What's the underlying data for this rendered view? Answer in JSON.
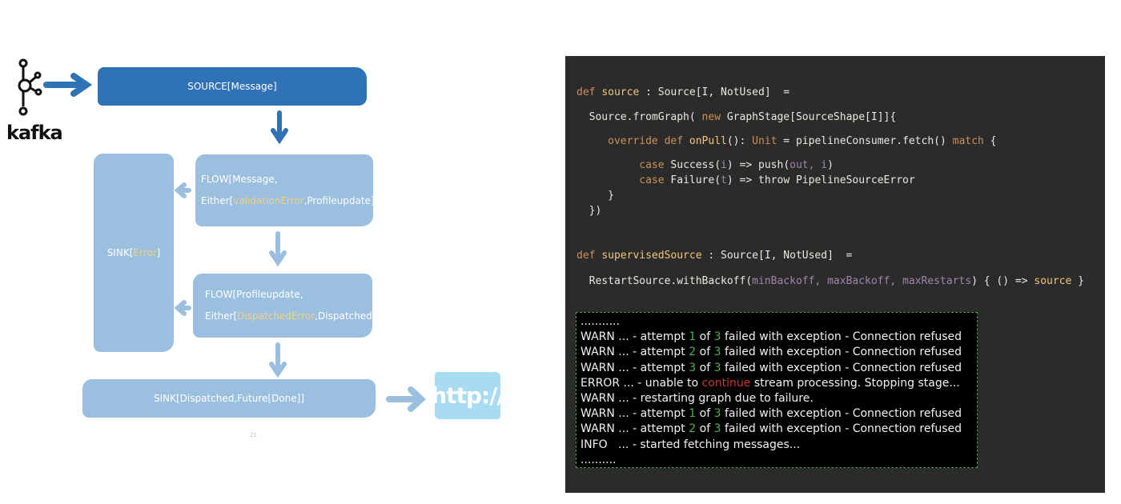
{
  "diagram": {
    "kafka_label": "kafka",
    "source": "SOURCE[Message]",
    "flow1": {
      "line1": "FLOW[Message,",
      "pre": "Either[",
      "hl": "validationError",
      "post": ",Profileupdate]]"
    },
    "flow2": {
      "line1": "FLOW[Profileupdate,",
      "pre": "Either[",
      "hl": "DispatchedError",
      "post": ",Dispatched]]"
    },
    "sink_error": {
      "pre": "SINK[",
      "hl": "Error",
      "post": "]"
    },
    "sink_dispatched": "SINK[Dispatched,Future[Done]]",
    "http_label": "http://",
    "page_number": "21",
    "colors": {
      "dark_blue": "#2f72b6",
      "light_blue": "#9bbfde",
      "sky_blue": "#a8dcf3",
      "highlight": "#f3d08a"
    }
  },
  "code": {
    "lines": [
      [
        {
          "t": "def ",
          "c": "kw"
        },
        {
          "t": "source",
          "c": "fn"
        },
        {
          "t": " : Source[I, NotUsed]  ="
        }
      ],
      [
        {
          "t": "  Source.fromGraph( "
        },
        {
          "t": "new",
          "c": "kw"
        },
        {
          "t": " GraphStage[SourceShape[I]]{"
        }
      ],
      [
        {
          "t": "     "
        },
        {
          "t": "override def ",
          "c": "kw"
        },
        {
          "t": "onPull",
          "c": "fn"
        },
        {
          "t": "(): "
        },
        {
          "t": "Unit",
          "c": "kw"
        },
        {
          "t": " = pipelineConsumer.fetch() "
        },
        {
          "t": "match",
          "c": "kw"
        },
        {
          "t": " {"
        }
      ],
      [
        {
          "t": "          "
        },
        {
          "t": "case",
          "c": "kw"
        },
        {
          "t": " Success("
        },
        {
          "t": "i",
          "c": "pm"
        },
        {
          "t": ") => push("
        },
        {
          "t": "out, i",
          "c": "pm"
        },
        {
          "t": ")"
        }
      ],
      [
        {
          "t": "          "
        },
        {
          "t": "case",
          "c": "kw"
        },
        {
          "t": " Failure("
        },
        {
          "t": "t",
          "c": "pm"
        },
        {
          "t": ") => throw PipelineSourceError"
        }
      ],
      [
        {
          "t": "     }"
        }
      ],
      [
        {
          "t": "  })"
        }
      ],
      [
        {
          "t": "def ",
          "c": "kw"
        },
        {
          "t": "supervisedSource",
          "c": "fn"
        },
        {
          "t": " : Source[I, NotUsed]  ="
        }
      ],
      [
        {
          "t": "  RestartSource.withBackoff("
        },
        {
          "t": "minBackoff, maxBackoff, maxRestarts",
          "c": "pm"
        },
        {
          "t": ") { () => "
        },
        {
          "t": "source",
          "c": "fn"
        },
        {
          "t": " }"
        }
      ]
    ],
    "colors": {
      "background": "#2b2b2b",
      "keyword": "#cc9056",
      "function": "#f2c77d",
      "param": "#9d87a8",
      "text": "#ece8df"
    }
  },
  "log": {
    "lines": [
      [
        {
          "t": "..........."
        }
      ],
      [
        {
          "t": "WARN ... - attempt "
        },
        {
          "t": "1",
          "c": "g"
        },
        {
          "t": " of "
        },
        {
          "t": "3",
          "c": "g"
        },
        {
          "t": " failed with exception - Connection refused"
        }
      ],
      [
        {
          "t": "WARN ... - attempt "
        },
        {
          "t": "2",
          "c": "g"
        },
        {
          "t": " of "
        },
        {
          "t": "3",
          "c": "g"
        },
        {
          "t": " failed with exception - Connection refused"
        }
      ],
      [
        {
          "t": "WARN ... - attempt "
        },
        {
          "t": "3",
          "c": "g"
        },
        {
          "t": " of "
        },
        {
          "t": "3",
          "c": "g"
        },
        {
          "t": " failed with exception - Connection refused"
        }
      ],
      [
        {
          "t": "ERROR ... - unable to "
        },
        {
          "t": "continue",
          "c": "r"
        },
        {
          "t": " stream processing. Stopping stage..."
        }
      ],
      [
        {
          "t": "WARN ... - restarting graph due to failure."
        }
      ],
      [
        {
          "t": "WARN ... - attempt "
        },
        {
          "t": "1",
          "c": "g"
        },
        {
          "t": " of "
        },
        {
          "t": "3",
          "c": "g"
        },
        {
          "t": " failed with exception - Connection refused"
        }
      ],
      [
        {
          "t": "WARN ... - attempt "
        },
        {
          "t": "2",
          "c": "g"
        },
        {
          "t": " of "
        },
        {
          "t": "3",
          "c": "g"
        },
        {
          "t": " failed with exception - Connection refused"
        }
      ],
      [
        {
          "t": "INFO   ... - started fetching messages..."
        }
      ],
      [
        {
          "t": ".........."
        }
      ]
    ],
    "colors": {
      "background": "#000000",
      "border": "#4a9a4a",
      "number": "#4caf50",
      "error_word": "#c23a2c"
    }
  }
}
